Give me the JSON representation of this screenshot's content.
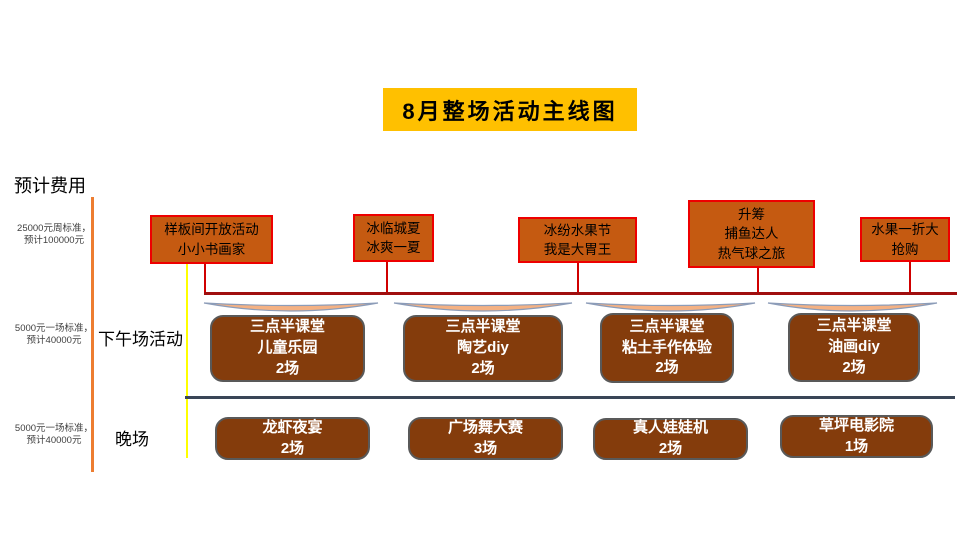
{
  "title": "8月整场活动主线图",
  "left": {
    "header": "预计费用",
    "notes": [
      {
        "l1": "25000元周标准，",
        "l2": "预计100000元"
      },
      {
        "l1": "5000元一场标准，",
        "l2": "预计40000元"
      },
      {
        "l1": "5000元一场标准，",
        "l2": "预计40000元"
      }
    ],
    "afternoon_label": "下午场活动",
    "evening_label": "晚场"
  },
  "top_events": [
    {
      "l1": "样板间开放活动",
      "l2": "小小书画家"
    },
    {
      "l1": "冰临城夏",
      "l2": "冰爽一夏"
    },
    {
      "l1": "冰纷水果节",
      "l2": "我是大胃王"
    },
    {
      "l1": "升筹",
      "l2": "捕鱼达人",
      "l3": "热气球之旅"
    },
    {
      "l1": "水果一折大",
      "l2": "抢购"
    }
  ],
  "afternoon_events": [
    {
      "l1": "三点半课堂",
      "l2": "儿童乐园",
      "l3": "2场"
    },
    {
      "l1": "三点半课堂",
      "l2": "陶艺diy",
      "l3": "2场"
    },
    {
      "l1": "三点半课堂",
      "l2": "粘土手作体验",
      "l3": "2场"
    },
    {
      "l1": "三点半课堂",
      "l2": "油画diy",
      "l3": "2场"
    }
  ],
  "evening_events": [
    {
      "l1": "龙虾夜宴",
      "l2": "2场"
    },
    {
      "l1": "广场舞大赛",
      "l2": "3场"
    },
    {
      "l1": "真人娃娃机",
      "l2": "2场"
    },
    {
      "l1": "草坪电影院",
      "l2": "1场"
    }
  ],
  "colors": {
    "title_bg": "#FFC000",
    "event_box_fill": "#C55A11",
    "event_box_border": "#EE0000",
    "activity_box_fill": "#843C0C",
    "activity_box_border": "#595959",
    "connector_red": "#D00000",
    "timeline_red": "#A00E0E",
    "brace_fill": "#F4B183",
    "brace_stroke": "#8C9CB8",
    "cost_axis_orange": "#ED7D31",
    "divider_yellow": "#FFFF00",
    "evening_divider": "#3A4657"
  }
}
